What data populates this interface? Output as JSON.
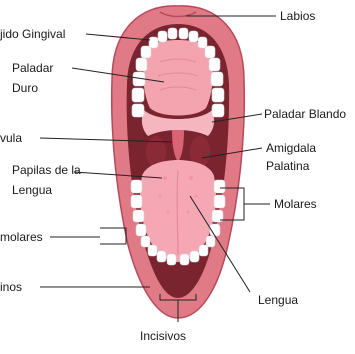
{
  "labels": {
    "labios": "Labios",
    "tejido_gingival": "jido Gingival",
    "paladar_duro_line1": "Paladar",
    "paladar_duro_line2": "Duro",
    "paladar_blando": "Paladar Blando",
    "uvula": "vula",
    "amigdala_line1": "Amigdala",
    "amigdala_line2": "Palatina",
    "papilas_line1": "Papilas de la",
    "papilas_line2": "Lengua",
    "molares": "Molares",
    "premolares": "molares",
    "caninos": "inos",
    "lengua": "Lengua",
    "incisivos": "Incisivos"
  },
  "colors": {
    "lip": "#e07a86",
    "lip_dark": "#c4515f",
    "throat": "#6e1e27",
    "palate": "#f3a4ae",
    "tongue": "#f5a8b4",
    "teeth": "#ffffff",
    "line": "#222222"
  }
}
